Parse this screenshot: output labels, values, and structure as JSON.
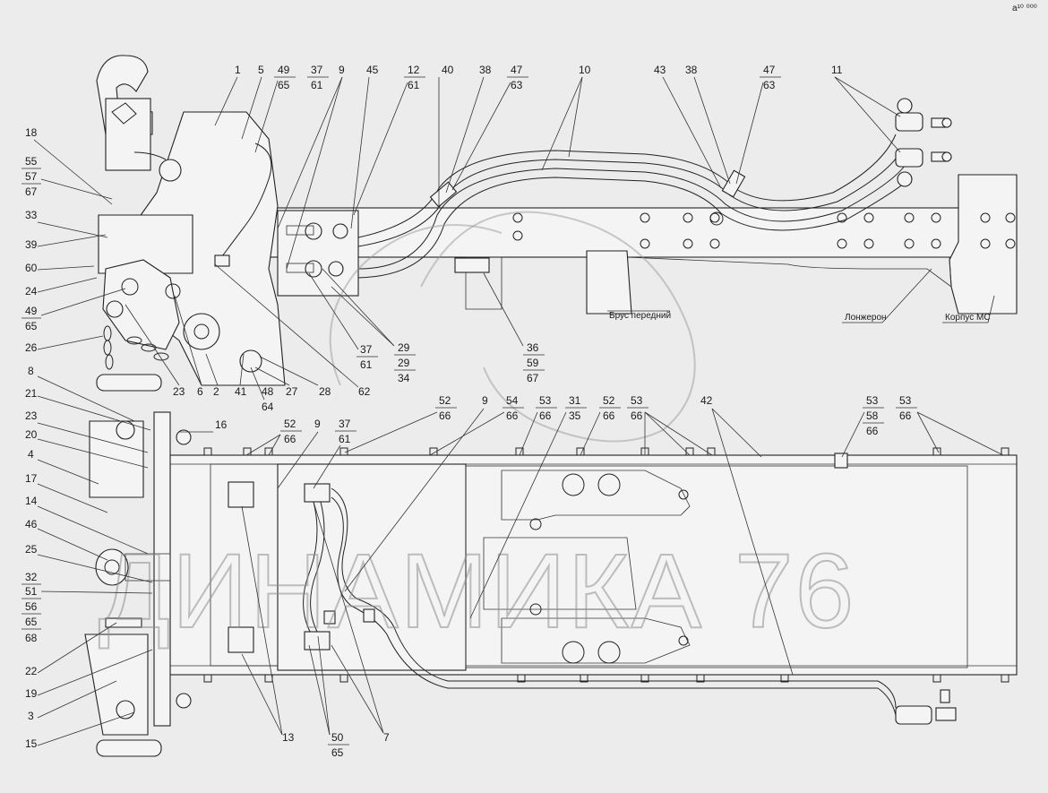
{
  "watermark": "ДИНАМИКА 76",
  "corner_mark": "а¹⁰ ⁰⁰⁰",
  "annotations": {
    "brus": "Брус передний",
    "longeron": "Лонжерон",
    "korpus": "Корпус МС"
  },
  "top_callouts": [
    {
      "top": "1"
    },
    {
      "top": "5"
    },
    {
      "top": "49",
      "bottom": "65"
    },
    {
      "top": "37",
      "bottom": "61"
    },
    {
      "top": "9"
    },
    {
      "top": "45"
    },
    {
      "top": "12",
      "bottom": "61"
    },
    {
      "top": "40"
    },
    {
      "top": "38"
    },
    {
      "top": "47",
      "bottom": "63"
    },
    {
      "top": "10"
    },
    {
      "top": "43"
    },
    {
      "top": "38"
    },
    {
      "top": "47",
      "bottom": "63"
    },
    {
      "top": "11"
    }
  ],
  "left_callouts": [
    "18",
    "55",
    "57",
    "67",
    "33",
    "39",
    "60",
    "24",
    "49",
    "65",
    "26",
    "8",
    "21",
    "23",
    "20",
    "4",
    "17",
    "14",
    "46",
    "25",
    "32",
    "51",
    "56",
    "65",
    "68",
    "22",
    "19",
    "3",
    "15"
  ],
  "mid_callouts": [
    "23",
    "6",
    "2",
    "41",
    "48",
    "27",
    "28",
    "62",
    "64",
    "37",
    "61",
    "29",
    "29",
    "34",
    "36",
    "59",
    "67"
  ],
  "row2_callouts": [
    {
      "top": "16"
    },
    {
      "top": "52",
      "bottom": "66"
    },
    {
      "top": "9"
    },
    {
      "top": "37",
      "bottom": "61"
    },
    {
      "top": "52",
      "bottom": "66"
    },
    {
      "top": "9"
    },
    {
      "top": "54",
      "bottom": "66"
    },
    {
      "top": "53",
      "bottom": "66"
    },
    {
      "top": "31",
      "bottom": "35"
    },
    {
      "top": "52",
      "bottom": "66"
    },
    {
      "top": "53",
      "bottom": "66"
    },
    {
      "top": "42"
    },
    {
      "top": "53",
      "mid": "58",
      "bottom": "66"
    },
    {
      "top": "53",
      "bottom": "66"
    }
  ],
  "bottom_callouts": [
    {
      "top": "13"
    },
    {
      "top": "50",
      "bottom": "65"
    },
    {
      "top": "7"
    }
  ]
}
